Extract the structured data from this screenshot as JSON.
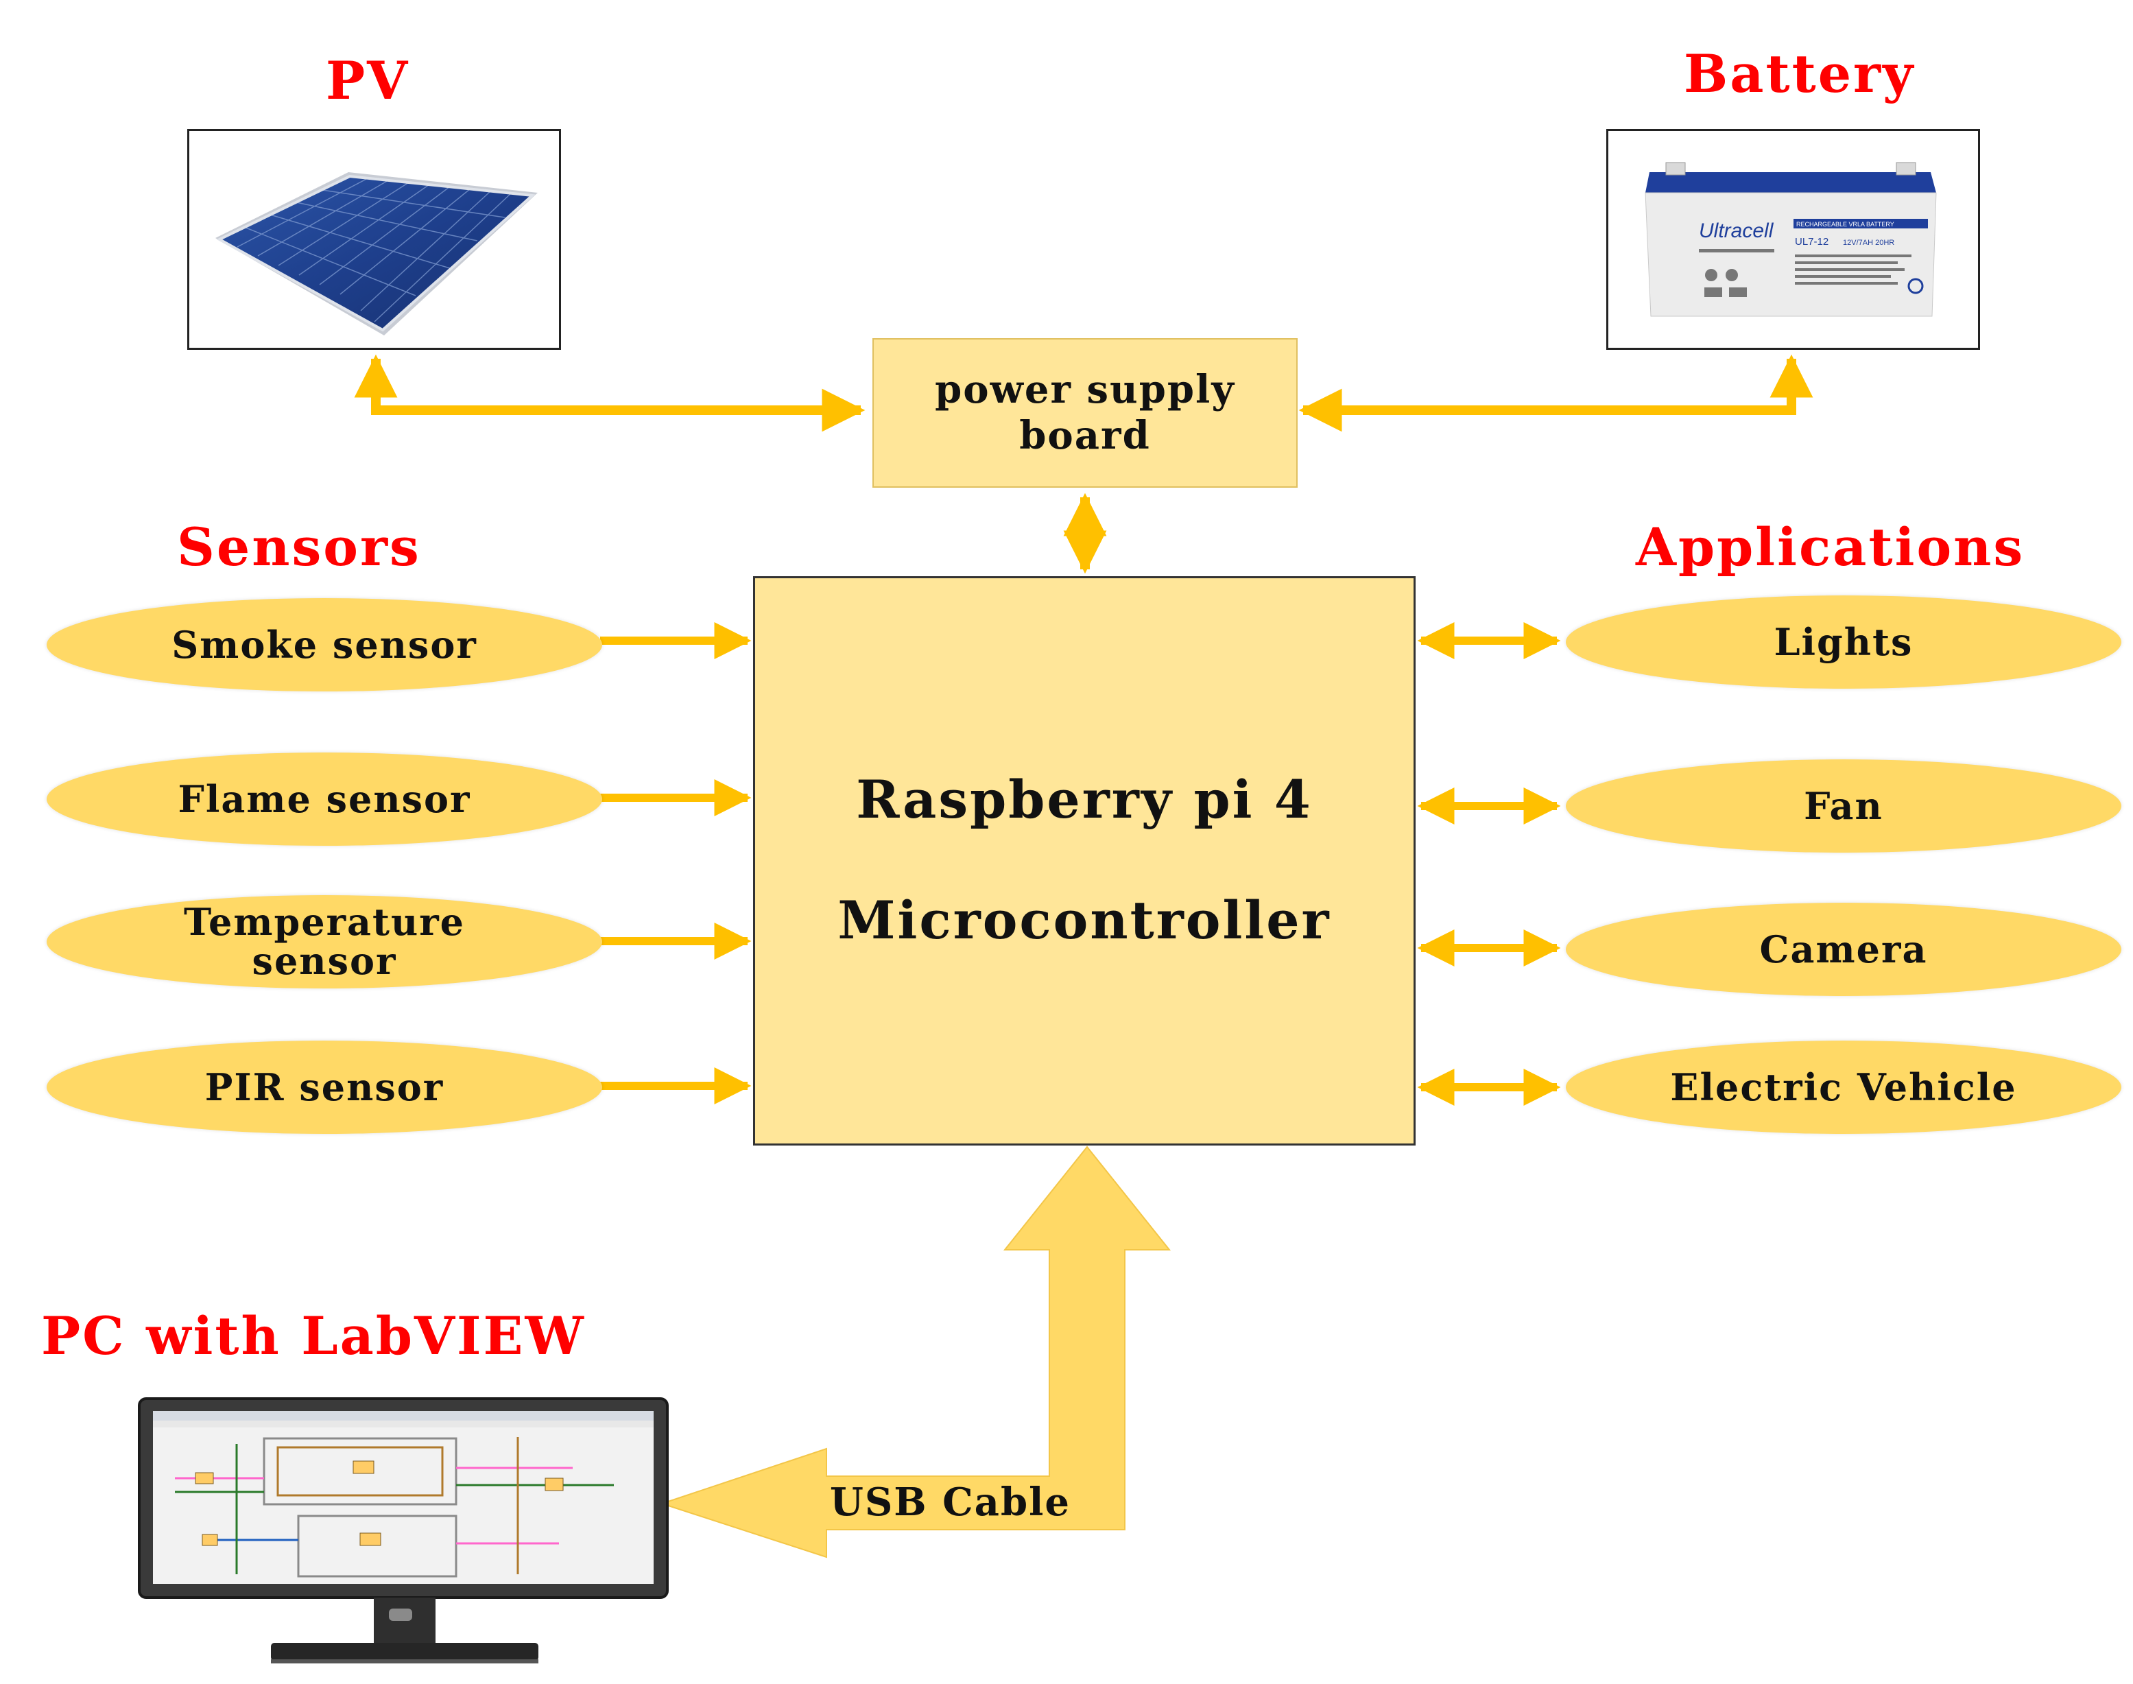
{
  "titles": {
    "pv": "PV",
    "battery": "Battery",
    "sensors": "Sensors",
    "applications": "Applications",
    "pc": "PC with LabVIEW"
  },
  "power_supply": {
    "line1": "power supply",
    "line2": "board"
  },
  "microcontroller": {
    "line1": "Raspberry pi 4",
    "line2": "Microcontroller"
  },
  "sensors": [
    "Smoke sensor",
    "Flame sensor",
    "Temperature sensor",
    "PIR sensor"
  ],
  "applications": [
    "Lights",
    "Fan",
    "Camera",
    "Electric Vehicle"
  ],
  "usb_label": "USB Cable",
  "battery_image": {
    "brand": "Ultracell",
    "model": "UL7-12",
    "rating": "12V/7AH 20HR",
    "caption": "RECHARGEABLE VRLA BATTERY"
  },
  "colors": {
    "title": "#ff0000",
    "box_fill": "#ffe699",
    "box_border": "#e0c060",
    "ellipse_fill": "#ffd966",
    "arrow": "#ffc000",
    "usb_arrow": "#ffd966"
  },
  "icons": {
    "solar_panel": "solar-panel-image",
    "battery": "battery-image",
    "monitor": "monitor-image"
  }
}
